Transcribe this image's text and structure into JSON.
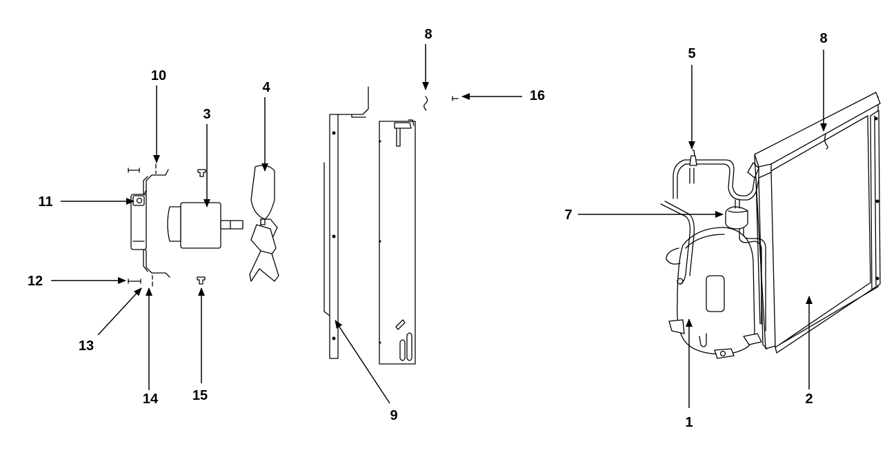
{
  "callouts": [
    {
      "id": "c1",
      "text": "1"
    },
    {
      "id": "c2",
      "text": "2"
    },
    {
      "id": "c3",
      "text": "3"
    },
    {
      "id": "c4",
      "text": "4"
    },
    {
      "id": "c5",
      "text": "5"
    },
    {
      "id": "c7",
      "text": "7"
    },
    {
      "id": "c8a",
      "text": "8"
    },
    {
      "id": "c8b",
      "text": "8"
    },
    {
      "id": "c9",
      "text": "9"
    },
    {
      "id": "c10",
      "text": "10"
    },
    {
      "id": "c11",
      "text": "11"
    },
    {
      "id": "c12",
      "text": "12"
    },
    {
      "id": "c13",
      "text": "13"
    },
    {
      "id": "c14",
      "text": "14"
    },
    {
      "id": "c15",
      "text": "15"
    },
    {
      "id": "c16",
      "text": "16"
    }
  ]
}
